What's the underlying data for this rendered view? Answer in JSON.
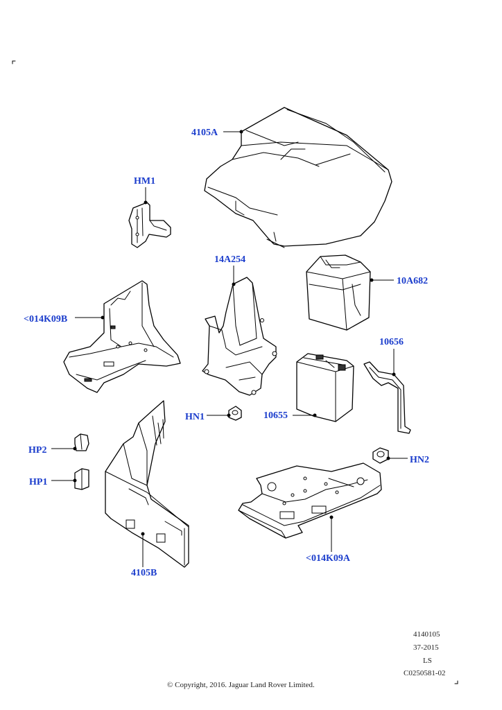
{
  "callouts": {
    "c4105A": "4105A",
    "hm1": "HM1",
    "c14A254": "14A254",
    "c10A682": "10A682",
    "c014K09B": "<014K09B",
    "c10656": "10656",
    "hn1": "HN1",
    "c10655": "10655",
    "hp2": "HP2",
    "hp1": "HP1",
    "hn2": "HN2",
    "c4105B": "4105B",
    "c014K09A": "<014K09A"
  },
  "footer": {
    "ref_number": "4140105",
    "date_code": "37-2015",
    "region": "LS",
    "catalog_code": "C0250581-02",
    "copyright": "© Copyright, 2016. Jaguar Land Rover Limited."
  },
  "colors": {
    "callout_text": "#1a3ccc",
    "line_art": "#000000",
    "background": "#ffffff"
  }
}
